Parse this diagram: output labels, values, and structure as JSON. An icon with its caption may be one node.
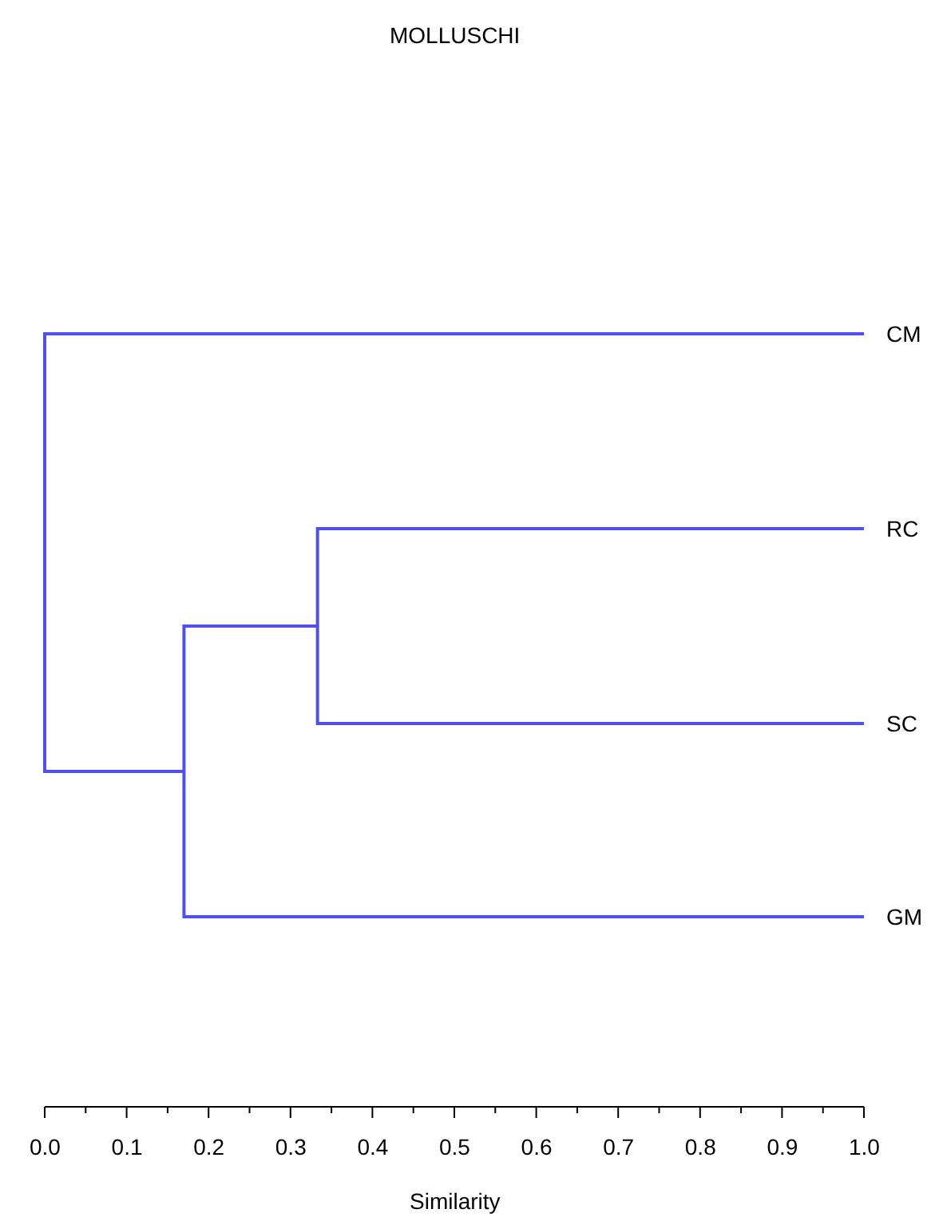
{
  "diagram": {
    "title": "MOLLUSCHI",
    "labels": [
      "CM",
      "RC",
      "SC",
      "GM",
      "0.0",
      "0.1",
      "0.2",
      "0.3",
      "0.4",
      "0.5",
      "0.6",
      "0.7",
      "0.8",
      "0.9",
      "1.0",
      "Similarity"
    ]
  }
}
